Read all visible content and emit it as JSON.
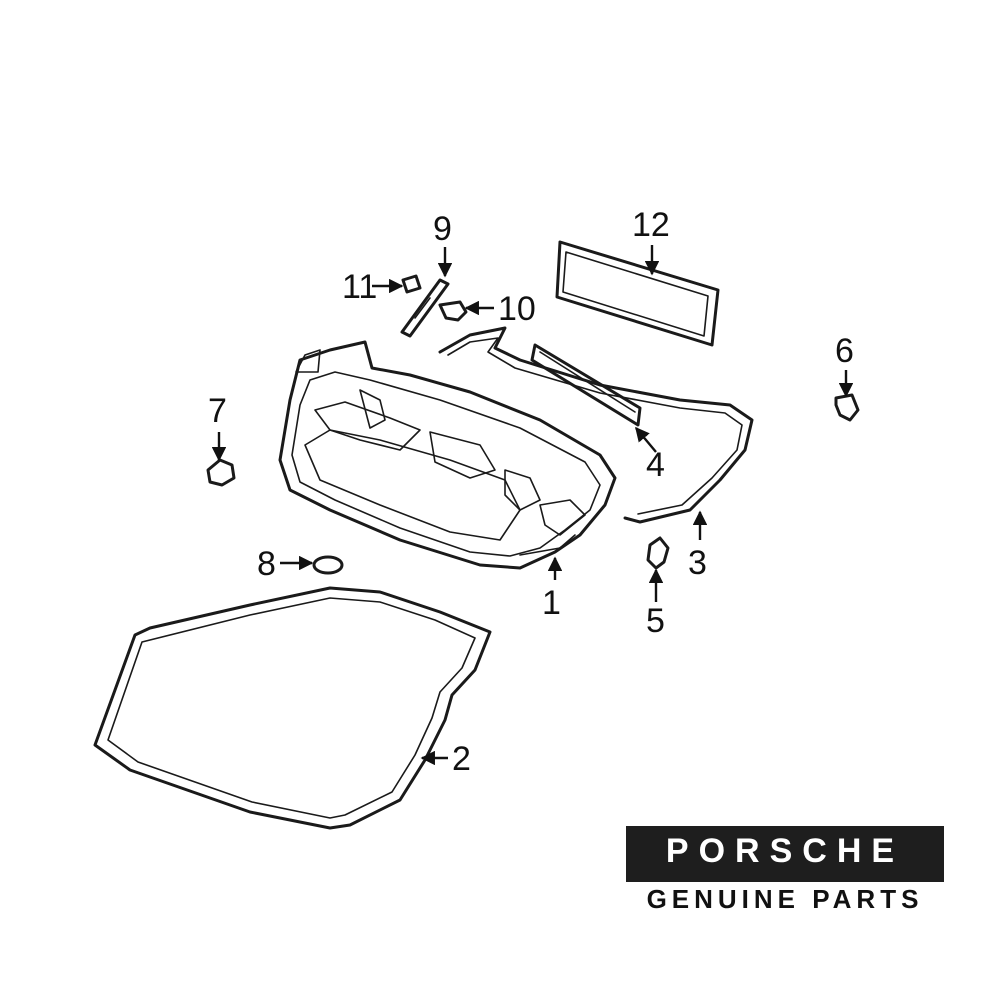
{
  "callouts": [
    {
      "id": "1",
      "label": "1"
    },
    {
      "id": "2",
      "label": "2"
    },
    {
      "id": "3",
      "label": "3"
    },
    {
      "id": "4",
      "label": "4"
    },
    {
      "id": "5",
      "label": "5"
    },
    {
      "id": "6",
      "label": "6"
    },
    {
      "id": "7",
      "label": "7"
    },
    {
      "id": "8",
      "label": "8"
    },
    {
      "id": "9",
      "label": "9"
    },
    {
      "id": "10",
      "label": "10"
    },
    {
      "id": "11",
      "label": "11"
    },
    {
      "id": "12",
      "label": "12"
    }
  ],
  "logo": {
    "brand": "PORSCHE",
    "tagline": "GENUINE PARTS"
  }
}
